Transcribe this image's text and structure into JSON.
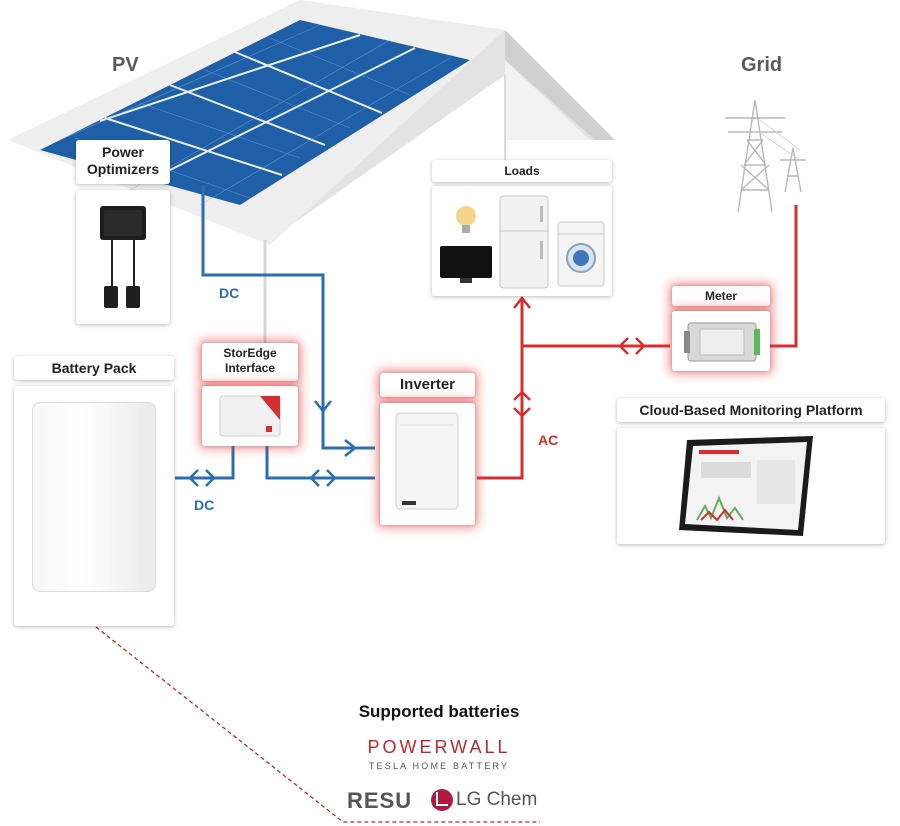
{
  "labels": {
    "pv": "PV",
    "grid": "Grid",
    "dc_top": "DC",
    "dc_bottom": "DC",
    "ac": "AC"
  },
  "cards": {
    "power_optimizers": "Power Optimizers",
    "loads": "Loads",
    "battery_pack": "Battery Pack",
    "storedge_interface": "StorEdge Interface",
    "inverter": "Inverter",
    "meter": "Meter",
    "cloud_monitoring": "Cloud-Based Monitoring Platform"
  },
  "supported": {
    "title": "Supported batteries",
    "powerwall": "POWERWALL",
    "powerwall_sub": "TESLA HOME BATTERY",
    "resu": "RESU",
    "lgchem": "LG Chem"
  },
  "colors": {
    "dc_wire": "#2a6db0",
    "ac_wire": "#d62f2f",
    "glow": "#eb3c3c"
  }
}
